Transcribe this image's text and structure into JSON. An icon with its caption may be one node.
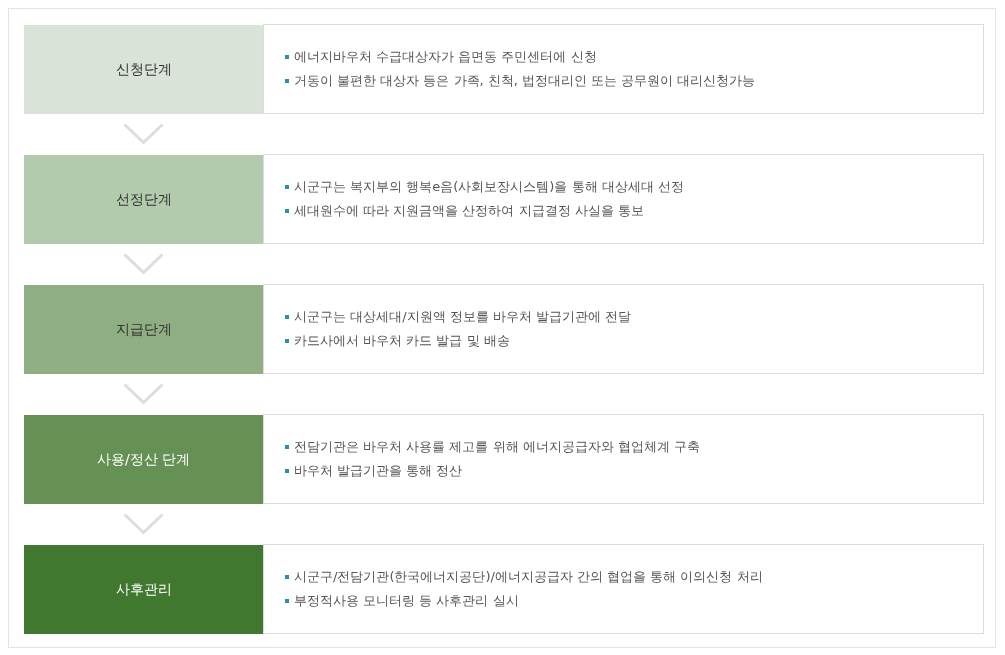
{
  "diagram": {
    "nodes": [
      {
        "text": [
          "신청단계"
        ]
      },
      {
        "text": [
          "에너지바우처 수급대상자가 읍면동 주민센터에 신청",
          "거동이 불편한 대상자 등은 가족, 친척, 법정대리인 또는 공무원이 대리신청가능"
        ]
      },
      {
        "text": [
          "선정단계"
        ]
      },
      {
        "text": [
          "시군구는 복지부의 행복e음(사회보장시스템)을 통해 대상세대 선정",
          "세대원수에 따라 지원금액을 산정하여 지급결정 사실을 통보"
        ]
      },
      {
        "text": [
          "지급단계"
        ]
      },
      {
        "text": [
          "시군구는 대상세대/지원액 정보를 바우처 발급기관에 전달",
          "카드사에서 바우처 카드 발급 및 배송"
        ]
      },
      {
        "text": [
          "사용/정산 단계"
        ]
      },
      {
        "text": [
          "전담기관은 바우처 사용률 제고를 위해 에너지공급자와 협업체계 구축",
          "바우처 발급기관을 통해 정산"
        ]
      },
      {
        "text": [
          "사후관리"
        ]
      },
      {
        "text": [
          "시군구/전담기관(한국에너지공단)/에너지공급자 간의 협업을 통해 이의신청 처리",
          "부정적사용 모니터링 등 사후관리 실시"
        ]
      }
    ],
    "edges": [
      {
        "from": 0,
        "to": 2,
        "arrow": "to"
      },
      {
        "from": 2,
        "to": 4,
        "arrow": "to"
      },
      {
        "from": 4,
        "to": 6,
        "arrow": "to"
      },
      {
        "from": 6,
        "to": 8,
        "arrow": "to"
      }
    ]
  }
}
